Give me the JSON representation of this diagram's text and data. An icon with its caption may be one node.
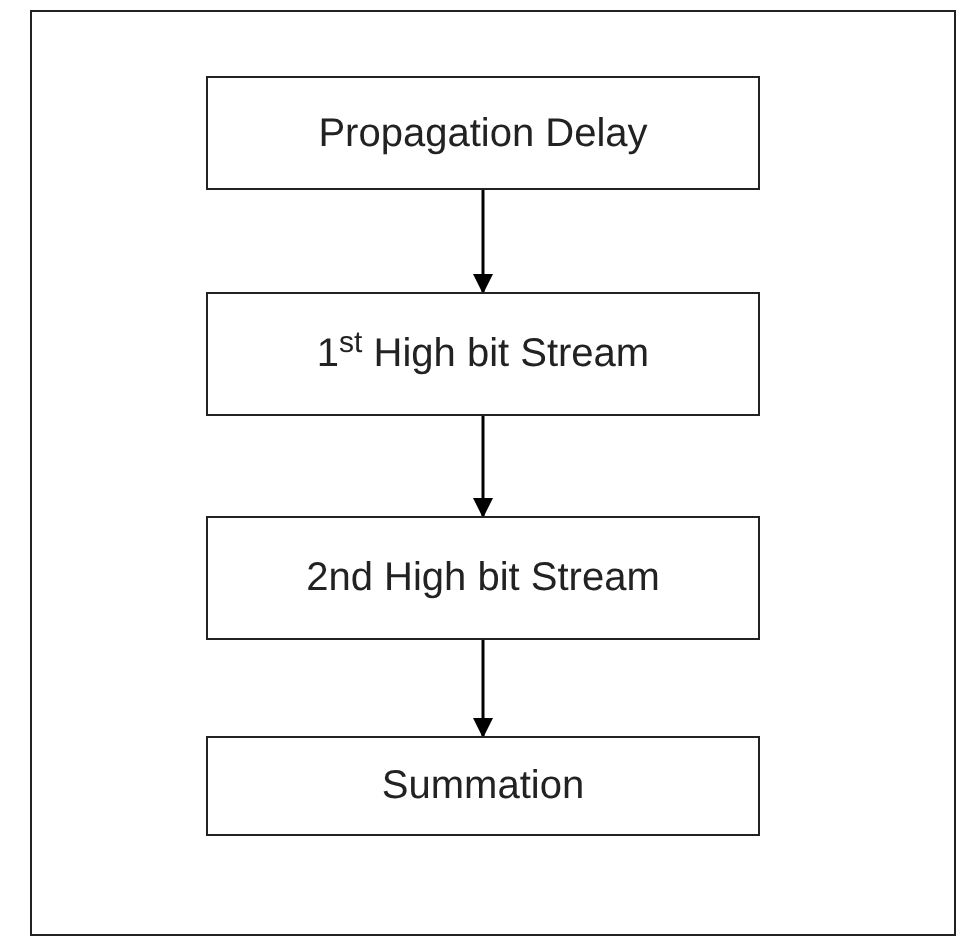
{
  "diagram": {
    "nodes": [
      {
        "text": [
          "Propagation Delay"
        ]
      },
      {
        "text": [
          "1$^{st}$ High bit Stream"
        ]
      },
      {
        "text": [
          "2nd High bit Stream"
        ]
      },
      {
        "text": [
          "Summation"
        ]
      }
    ],
    "edges": [
      {
        "from": 0,
        "to": 1,
        "arrow": "to"
      },
      {
        "from": 1,
        "to": 2,
        "arrow": "to"
      },
      {
        "from": 2,
        "to": 3,
        "arrow": "to"
      }
    ]
  }
}
